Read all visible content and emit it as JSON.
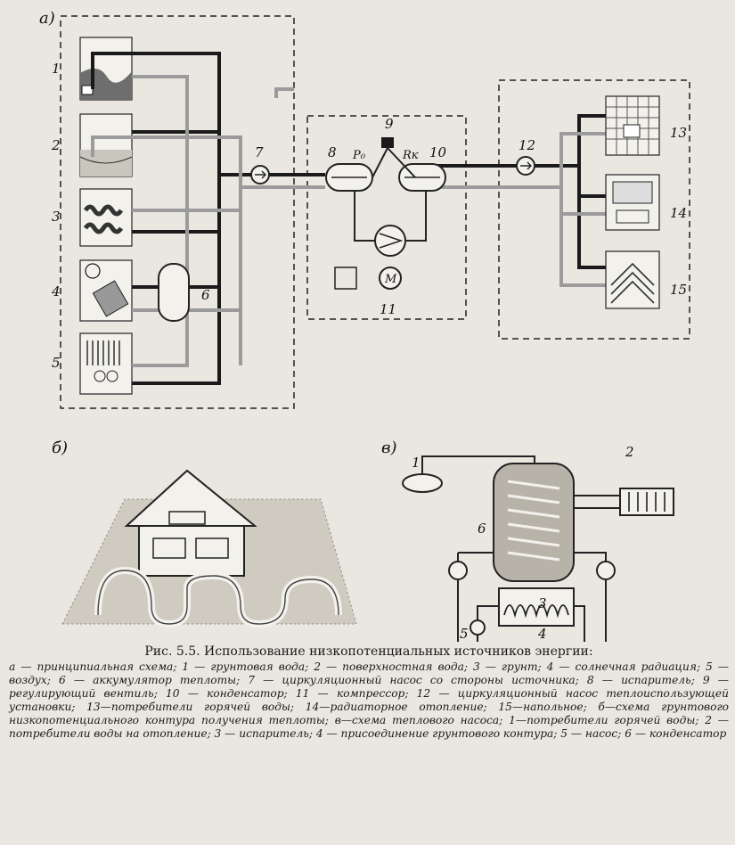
{
  "panels": {
    "a": "а)",
    "b": "б)",
    "v": "в)"
  },
  "labels_a": {
    "n1": "1",
    "n2": "2",
    "n3": "3",
    "n4": "4",
    "n5": "5",
    "n6": "6",
    "n7": "7",
    "n8": "8",
    "n9": "9",
    "n10": "10",
    "n11": "11",
    "n12": "12",
    "n13": "13",
    "n14": "14",
    "n15": "15",
    "p0": "P₀",
    "rk": "Rк",
    "motor": "М"
  },
  "labels_v": {
    "n1": "1",
    "n2": "2",
    "n3": "3",
    "n4": "4",
    "n5": "5",
    "n6": "6"
  },
  "caption": {
    "title": "Рис. 5.5. Использование низкопотенциальных источников энергии:",
    "body": "а — принципиальная схема; 1 — грунтовая вода; 2 — поверхностная вода; 3 — грунт; 4 — солнечная радиация; 5 — воздух; 6 — аккумулятор теплоты; 7 — циркуляционный насос со стороны источника; 8 — испаритель; 9 — регулирующий вентиль; 10 — конденсатор; 11 — компрессор; 12 — циркуляционный насос теплоиспользующей установки; 13—потребители горячей воды; 14—радиаторное отопление; 15—напольное; б—схема грунтового низкопотенциального контура получения теплоты; в—схема теплового насоса; 1—потребители горячей воды; 2 — потребители воды на отопление; 3 — испаритель; 4 — присоединение грунтового контура; 5 — насос; 6 — конденсатор"
  }
}
